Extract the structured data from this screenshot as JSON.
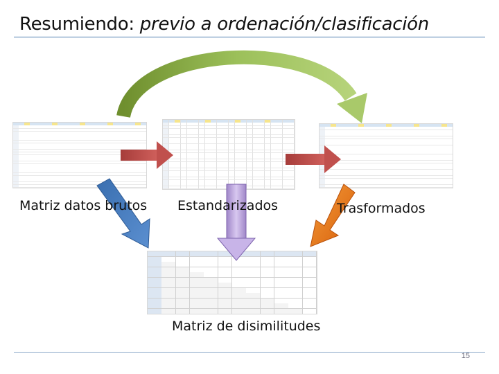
{
  "slide": {
    "title_prefix": "Resumiendo:",
    "title_italic": "previo a ordenación/clasificación",
    "page_number": "15"
  },
  "labels": {
    "raw": "Matriz datos brutos",
    "standardized": "Estandarizados",
    "transformed": "Trasformados",
    "dissimilarity": "Matriz de disimilitudes"
  },
  "colors": {
    "accent_rule": "#4a7cae",
    "red_arrow": "#c0504d",
    "green_arrow": "#8fb04a",
    "blue_arrow": "#4f81bd",
    "orange_arrow": "#e46c0a",
    "purple_arrow": "#b8a0d8"
  }
}
